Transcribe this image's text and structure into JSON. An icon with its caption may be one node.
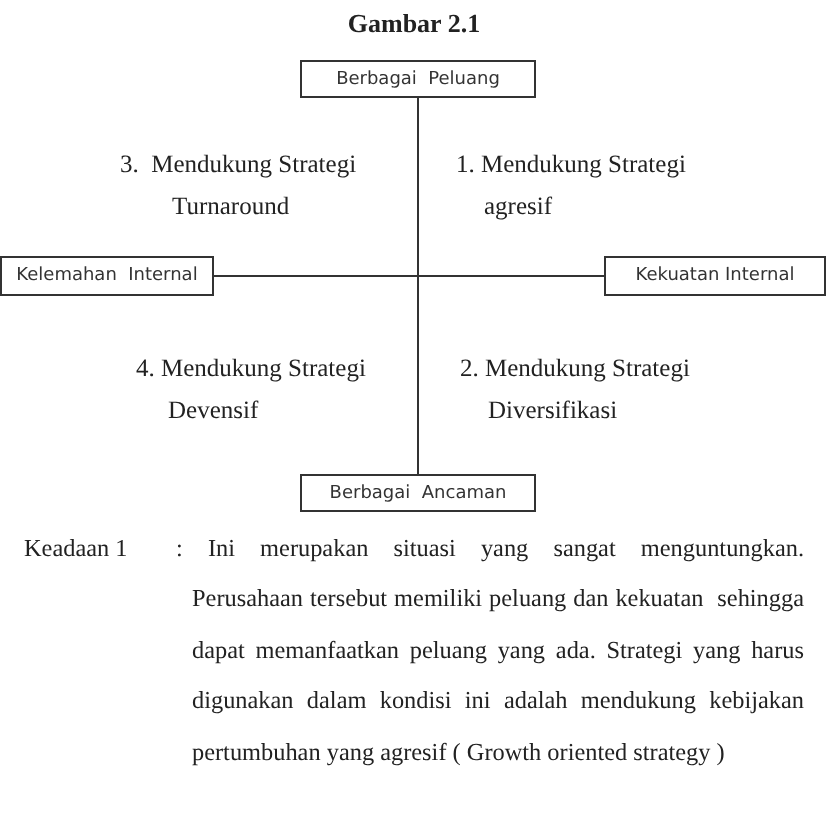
{
  "diagram": {
    "title": "Gambar 2.1",
    "nodes": [
      {
        "text": [
          "Berbagai  Peluang"
        ]
      },
      {
        "text": [
          "Kelemahan  Internal"
        ]
      },
      {
        "text": [
          "Kekuatan Internal"
        ]
      },
      {
        "text": [
          "Berbagai  Ancaman"
        ]
      }
    ],
    "edges": [
      {
        "from": 0,
        "to": 3,
        "arrow": "none"
      },
      {
        "from": 1,
        "to": 2,
        "arrow": "none"
      }
    ],
    "labels": [
      "3.  Mendukung Strategi Turnaround",
      "1. Mendukung Strategi agresif",
      "4. Mendukung Strategi Devensif",
      "2. Mendukung Strategi Diversifikasi",
      "Keadaan 1",
      ": Ini merupakan situasi yang sangat menguntungkan. Perusahaan tersebut memiliki peluang dan kekuatan  sehingga dapat memanfaatkan peluang yang ada. Strategi yang harus digunakan dalam kondisi ini adalah mendukung kebijakan pertumbuhan yang agresif ( Growth oriented strategy )"
    ]
  }
}
